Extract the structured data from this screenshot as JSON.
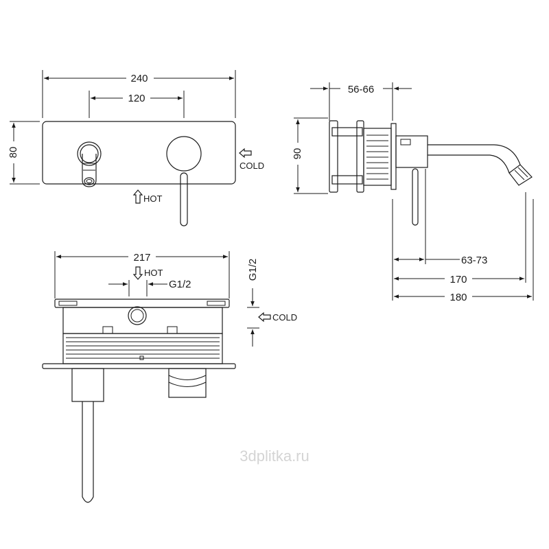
{
  "front_view": {
    "width_overall": "240",
    "center_spacing": "120",
    "height": "80",
    "hot_label": "HOT",
    "cold_label": "COLD"
  },
  "side_view": {
    "depth_adjust": "56-66",
    "height": "90",
    "spout_reach": "63-73",
    "length_mid": "170",
    "length_overall": "180"
  },
  "top_view": {
    "width": "217",
    "hot_label": "HOT",
    "thread_hot": "G1/2",
    "thread_cold": "G1/2",
    "cold_label": "COLD"
  },
  "watermark": "3dplitka.ru"
}
